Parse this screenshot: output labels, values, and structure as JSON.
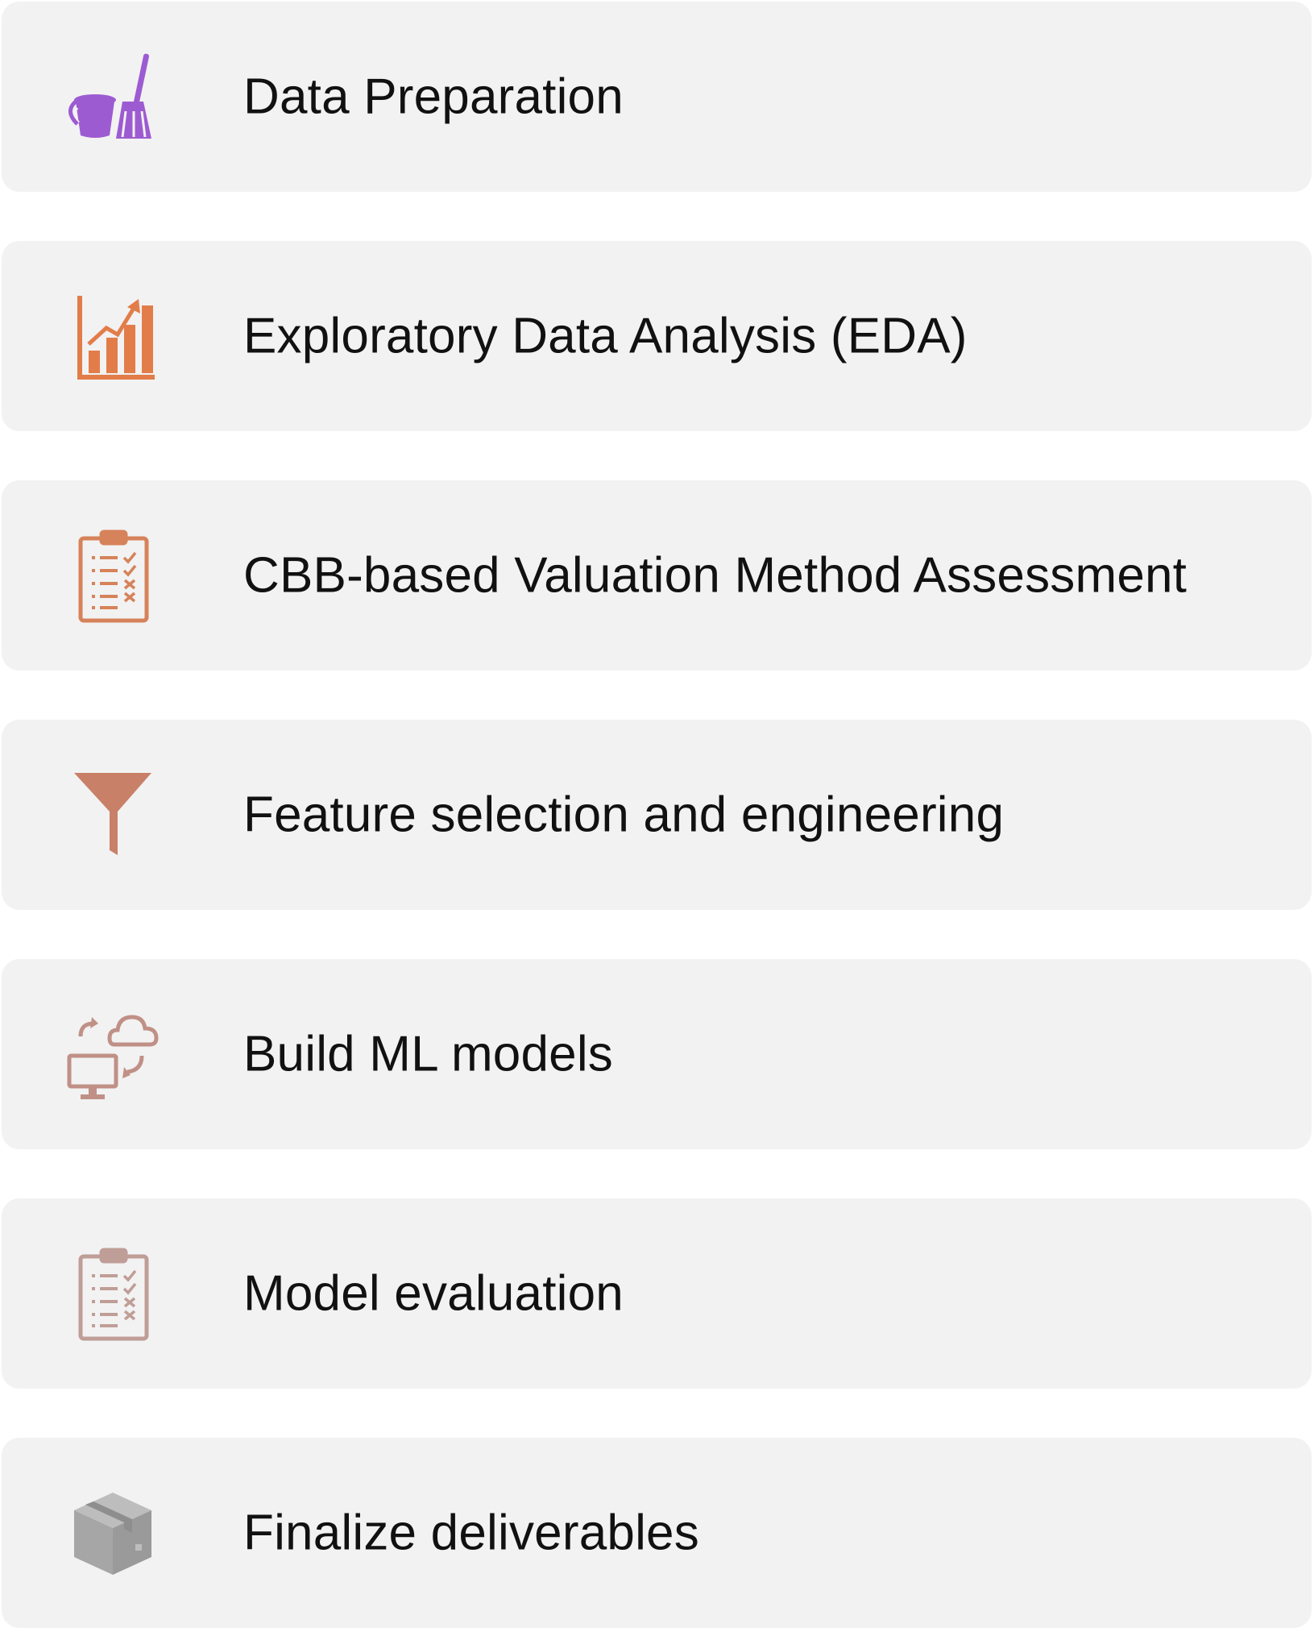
{
  "steps": [
    {
      "label": "Data Preparation",
      "icon": "bucket-broom-icon",
      "color": "#9d5bd2"
    },
    {
      "label": "Exploratory Data Analysis (EDA)",
      "icon": "bar-chart-trend-icon",
      "color": "#e27d4a"
    },
    {
      "label": "CBB-based Valuation Method Assessment",
      "icon": "clipboard-checklist-icon",
      "color": "#d6825a"
    },
    {
      "label": "Feature selection and engineering",
      "icon": "funnel-icon",
      "color": "#c98068"
    },
    {
      "label": "Build ML models",
      "icon": "cloud-sync-computer-icon",
      "color": "#c09086"
    },
    {
      "label": "Model evaluation",
      "icon": "clipboard-checklist-icon",
      "color": "#bf9e97"
    },
    {
      "label": "Finalize deliverables",
      "icon": "package-box-icon",
      "color": "#a6a6a6"
    }
  ]
}
